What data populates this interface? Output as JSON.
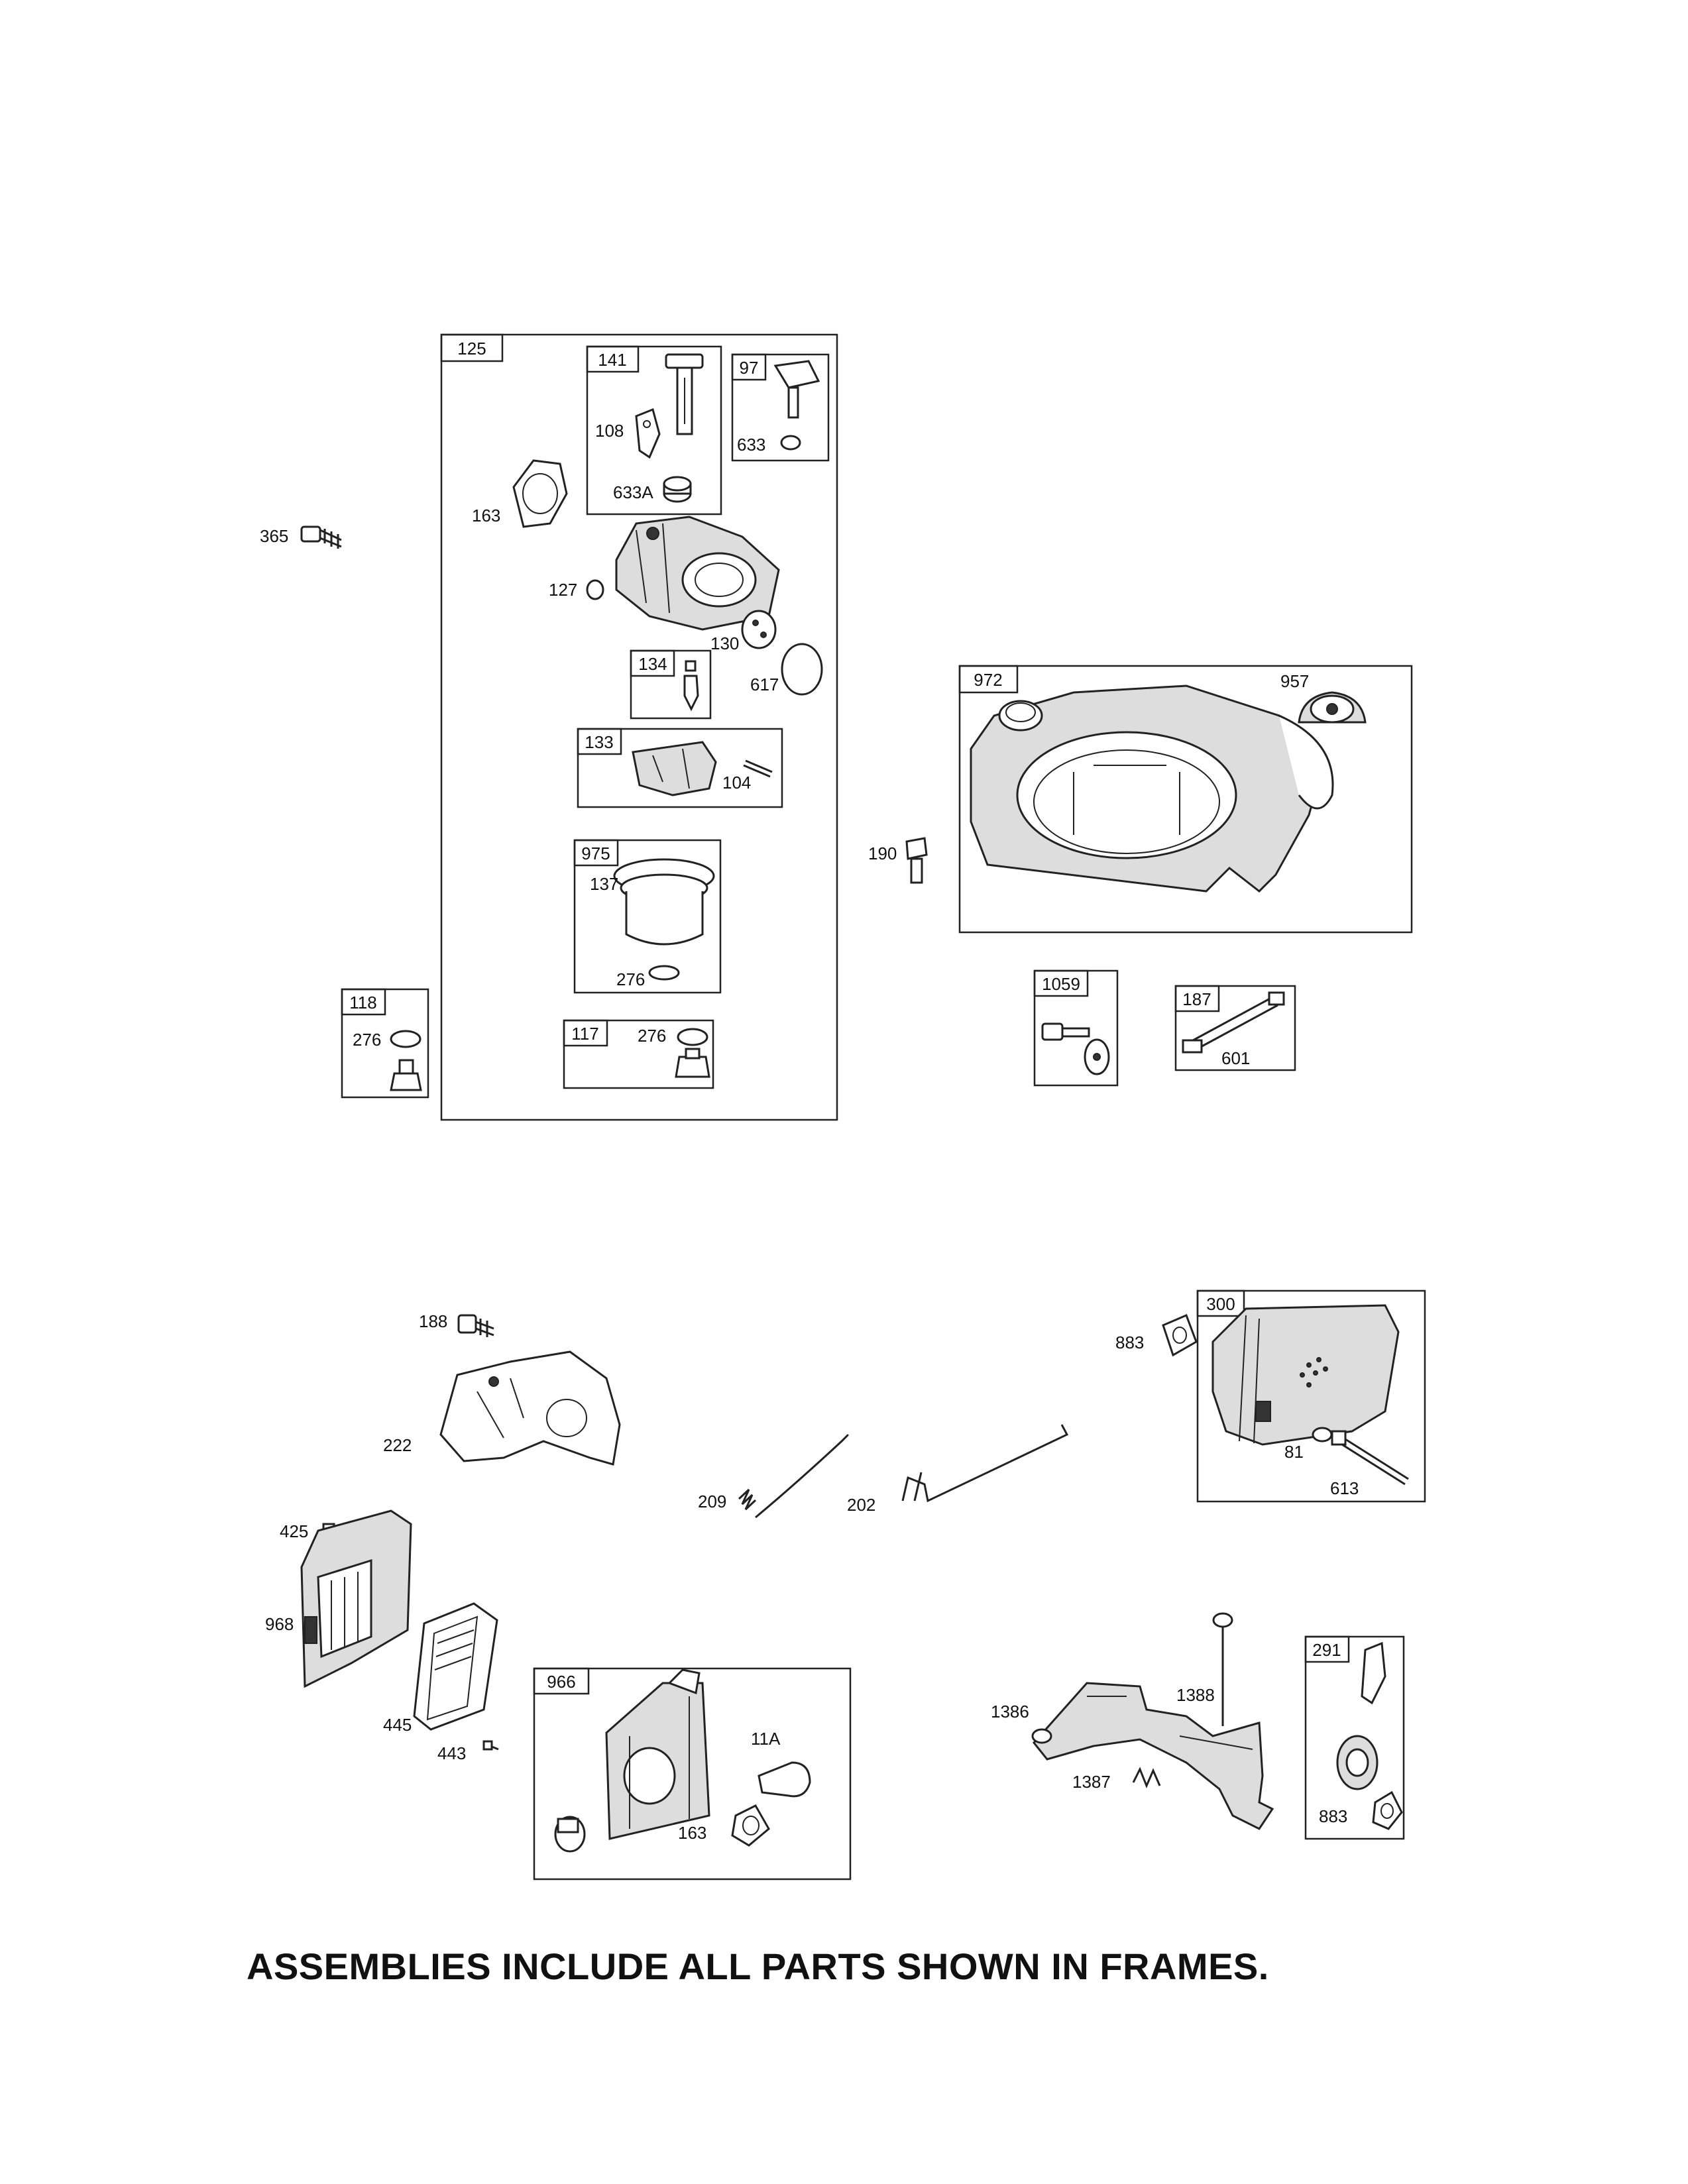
{
  "frames": {
    "f125": "125",
    "f141": "141",
    "f97": "97",
    "f134": "134",
    "f133": "133",
    "f975": "975",
    "f117": "117",
    "f118": "118",
    "f972": "972",
    "f1059": "1059",
    "f187": "187",
    "f300": "300",
    "f966": "966",
    "f291": "291"
  },
  "labels": {
    "p108": "108",
    "p633A": "633A",
    "p633": "633",
    "p163a": "163",
    "p365": "365",
    "p127": "127",
    "p130": "130",
    "p617": "617",
    "p104": "104",
    "p137": "137",
    "p276a": "276",
    "p276b": "276",
    "p276c": "276",
    "p957": "957",
    "p190": "190",
    "p601": "601",
    "p188": "188",
    "p222": "222",
    "p883a": "883",
    "p81": "81",
    "p613": "613",
    "p209": "209",
    "p202": "202",
    "p425": "425",
    "p968": "968",
    "p445": "445",
    "p443": "443",
    "p11A": "11A",
    "p163b": "163",
    "p1386": "1386",
    "p1388": "1388",
    "p1387": "1387",
    "p883b": "883"
  },
  "footer": "ASSEMBLIES INCLUDE ALL PARTS SHOWN IN FRAMES."
}
